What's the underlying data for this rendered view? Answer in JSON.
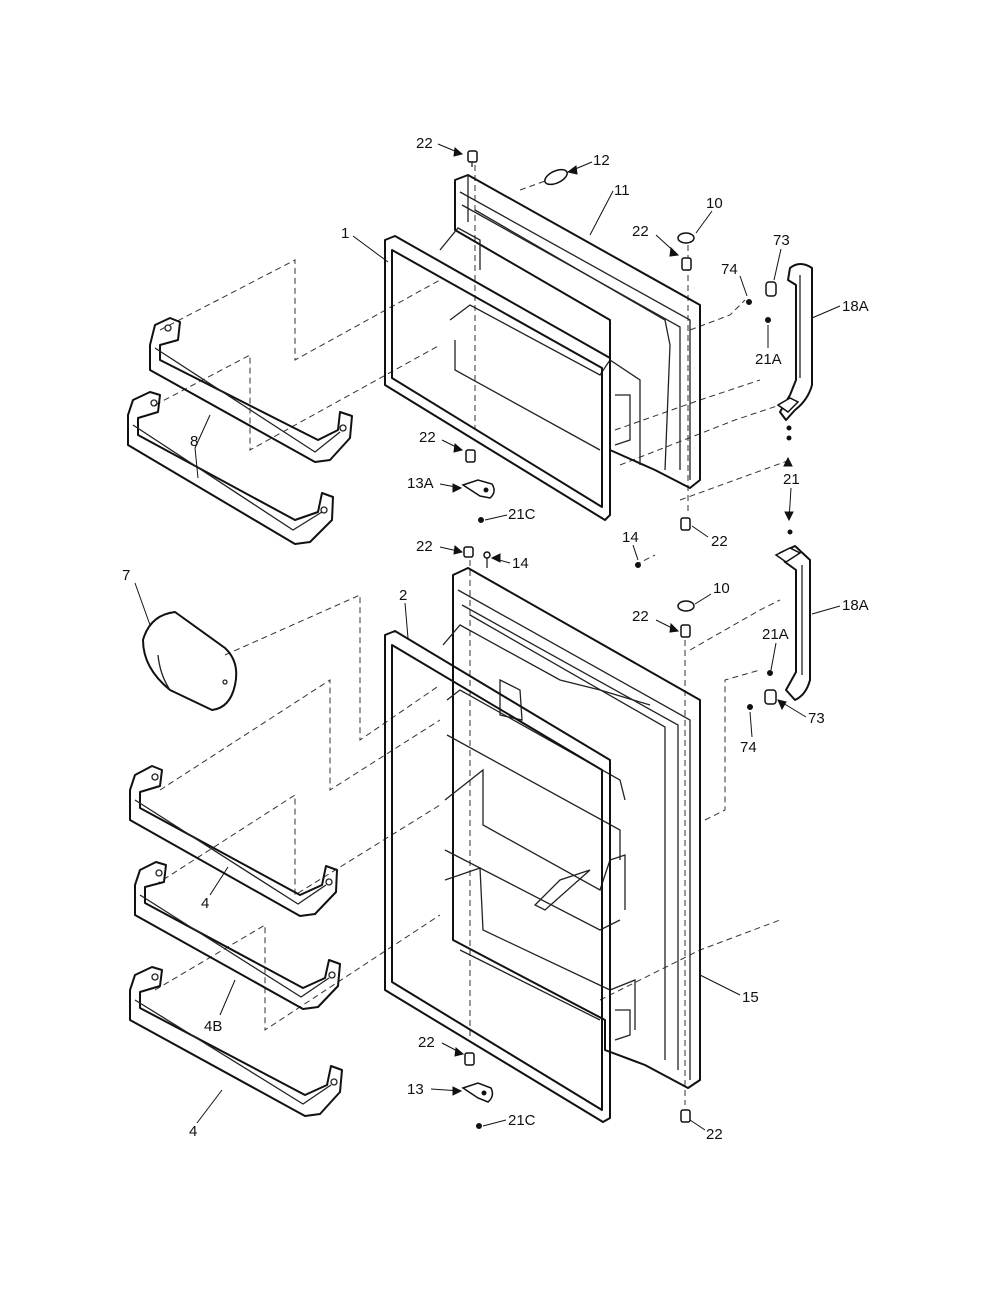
{
  "callouts": {
    "c22_top": "22",
    "c12": "12",
    "c11": "11",
    "c10_top": "10",
    "c22_hinge_top": "22",
    "c1": "1",
    "c73_top": "73",
    "c74_top": "74",
    "c18A_top": "18A",
    "c21A_top": "21A",
    "c8": "8",
    "c22_mid_left": "22",
    "c13A": "13A",
    "c21C_top": "21C",
    "c21": "21",
    "c22_mid_right": "22",
    "c14_center": "14",
    "c22_bottom_door_top": "22",
    "c14_left": "14",
    "c10_bottom": "10",
    "c18A_bottom": "18A",
    "c7": "7",
    "c2": "2",
    "c22_hinge_bottom": "22",
    "c21A_bottom": "21A",
    "c73_bottom": "73",
    "c74_bottom": "74",
    "c4_upper": "4",
    "c4B": "4B",
    "c15": "15",
    "c4_lower": "4",
    "c22_lower_left": "22",
    "c13": "13",
    "c21C_bottom": "21C",
    "c22_lower_right": "22"
  }
}
